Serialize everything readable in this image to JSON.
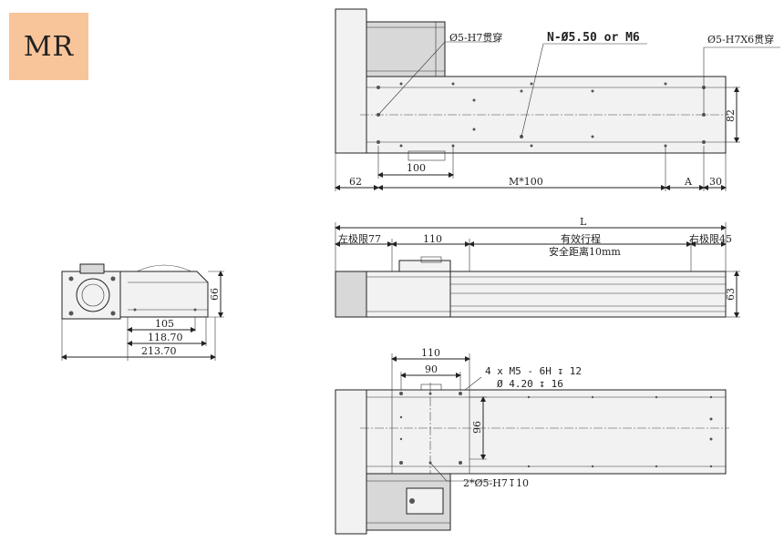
{
  "badge": {
    "label": "MR"
  },
  "top_view": {
    "hole_left": "Ø5-H7贯穿",
    "hole_center": "N-Ø5.50 or M6",
    "hole_right": "Ø5-H7X6贯穿",
    "dim_height": "82",
    "dim_pitch": "100",
    "dim_left": "62",
    "dim_span": "M*100",
    "dim_a": "A",
    "dim_right": "30"
  },
  "side_view": {
    "dim_total": "L",
    "left_limit": "左极限77",
    "slider_width": "110",
    "stroke_label": "有效行程",
    "safety_label": "安全距离10mm",
    "right_limit": "右极限45",
    "dim_height": "63"
  },
  "bottom_view": {
    "dim_outer": "110",
    "dim_inner": "90",
    "thread_note": "4 x  M5 - 6H ↧ 12",
    "drill_note": "Ø  4.20 ↧ 16",
    "dim_height": "96",
    "pin_note": "2*Ø5-H7↧10"
  },
  "end_view": {
    "dim_height": "66",
    "dim_1": "105",
    "dim_2": "118.70",
    "dim_3": "213.70"
  }
}
